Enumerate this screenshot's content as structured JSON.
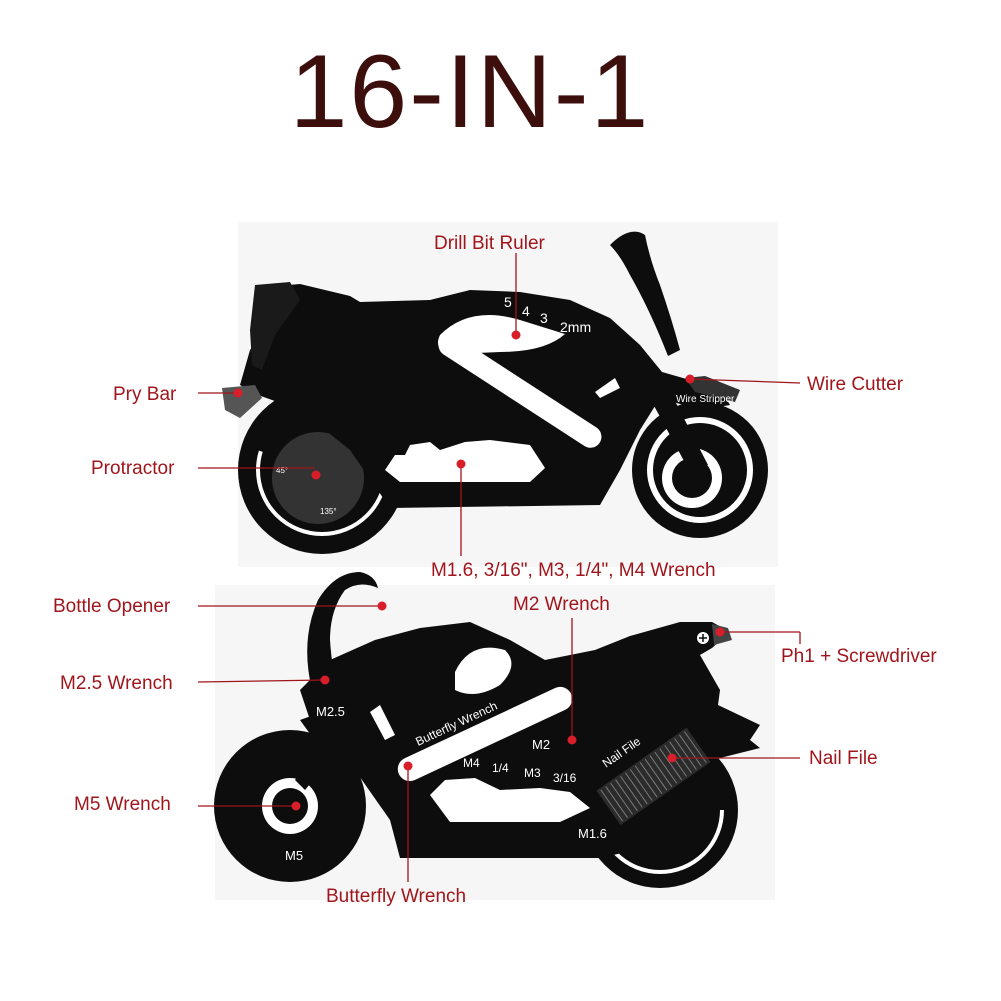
{
  "title": "16-IN-1",
  "accent_color": "#a0161c",
  "title_color": "#3c0f0d",
  "top_bike": {
    "callouts": {
      "drill_bit_ruler": "Drill Bit Ruler",
      "pry_bar": "Pry Bar",
      "protractor": "Protractor",
      "wire_cutter": "Wire Cutter",
      "wrench_set": "M1.6, 3/16\", M3, 1/4\", M4 Wrench"
    },
    "engraving": {
      "ruler_5": "5",
      "ruler_4": "4",
      "ruler_3": "3",
      "ruler_2mm": "2mm",
      "wire_stripper": "Wire Stripper",
      "angle_45": "45°",
      "angle_135": "135°"
    }
  },
  "bottom_bike": {
    "callouts": {
      "bottle_opener": "Bottle Opener",
      "m2_5_wrench": "M2.5 Wrench",
      "m5_wrench": "M5 Wrench",
      "m2_wrench": "M2 Wrench",
      "ph1_screwdriver": "Ph1 + Screwdriver",
      "nail_file": "Nail File",
      "butterfly_wrench": "Butterfly Wrench"
    },
    "engraving": {
      "m2_5": "M2.5",
      "butterfly_wrench": "Butterfly Wrench",
      "m2": "M2",
      "m4": "M4",
      "quarter": "1/4",
      "m3": "M3",
      "three_sixteenth": "3/16",
      "nail_file": "Nail File",
      "m1_6": "M1.6",
      "m5": "M5"
    }
  }
}
